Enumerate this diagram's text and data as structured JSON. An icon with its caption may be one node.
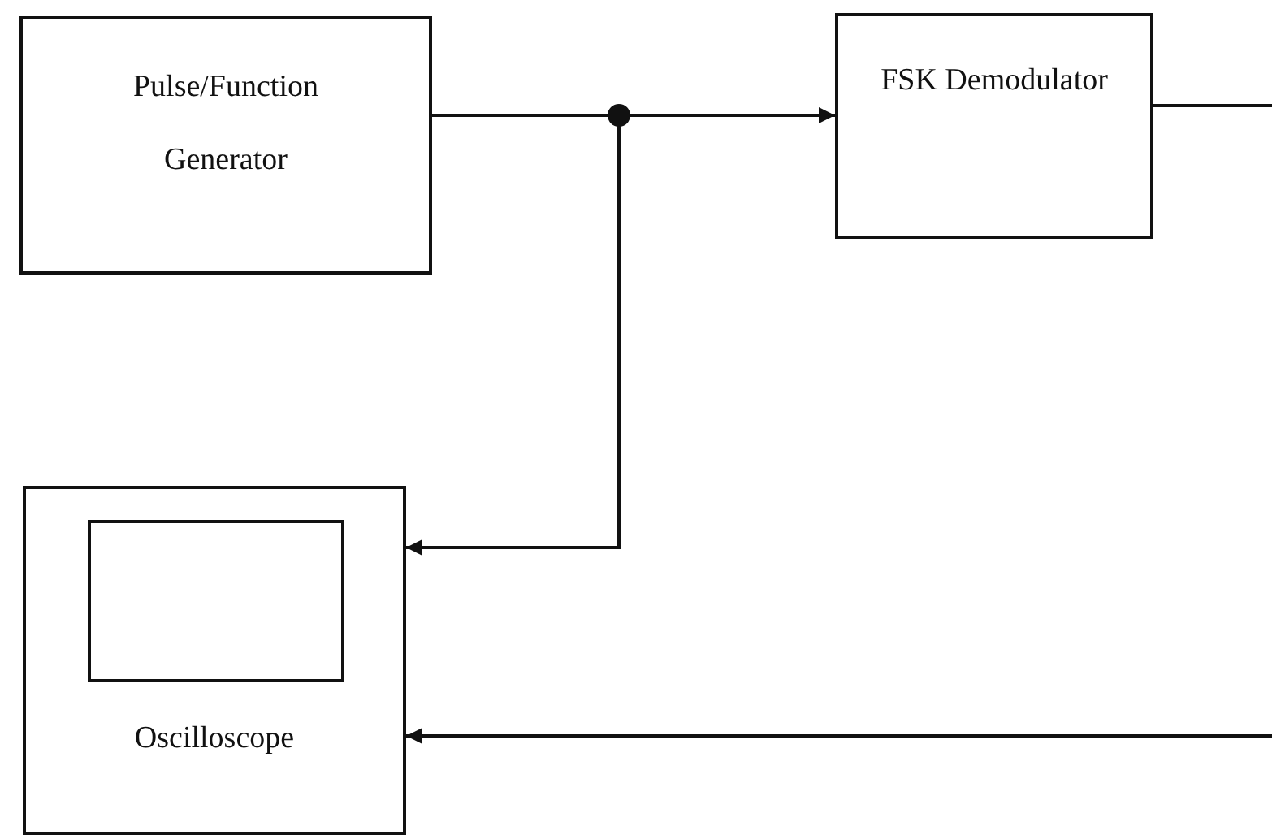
{
  "diagram": {
    "nodes": [
      {
        "text": [
          "Pulse/Function Generator"
        ]
      },
      {
        "text": [
          "FSK Demodulator"
        ]
      },
      {
        "text": [
          "Oscilloscope"
        ]
      }
    ],
    "edges": [
      {
        "from": 0,
        "to": 1,
        "arrow": "to"
      },
      {
        "from": 0,
        "to": 2,
        "arrow": "to"
      },
      {
        "from": 1,
        "to": 2,
        "arrow": "to"
      }
    ]
  }
}
